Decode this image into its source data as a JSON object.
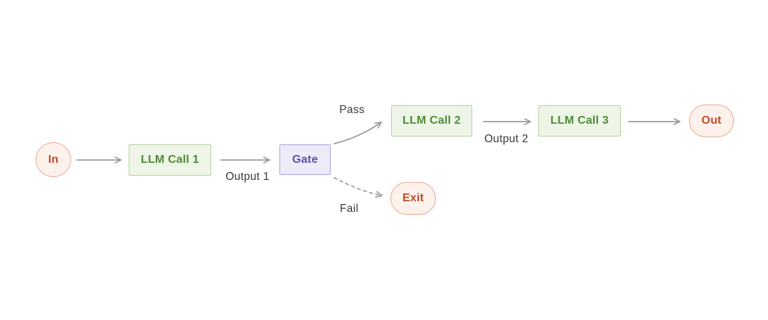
{
  "diagram": {
    "kind": "flowchart",
    "nodes": {
      "in": {
        "label": "In",
        "type": "terminal",
        "shape": "circle"
      },
      "llm1": {
        "label": "LLM Call 1",
        "type": "process",
        "shape": "rect"
      },
      "gate": {
        "label": "Gate",
        "type": "gate",
        "shape": "rect"
      },
      "llm2": {
        "label": "LLM Call 2",
        "type": "process",
        "shape": "rect"
      },
      "llm3": {
        "label": "LLM Call 3",
        "type": "process",
        "shape": "rect"
      },
      "exit": {
        "label": "Exit",
        "type": "terminal",
        "shape": "pill"
      },
      "out": {
        "label": "Out",
        "type": "terminal",
        "shape": "pill"
      }
    },
    "edges": [
      {
        "from": "in",
        "to": "llm1",
        "label": "",
        "style": "solid"
      },
      {
        "from": "llm1",
        "to": "gate",
        "label": "Output 1",
        "style": "solid"
      },
      {
        "from": "gate",
        "to": "llm2",
        "label": "Pass",
        "style": "solid"
      },
      {
        "from": "gate",
        "to": "exit",
        "label": "Fail",
        "style": "dashed"
      },
      {
        "from": "llm2",
        "to": "llm3",
        "label": "Output 2",
        "style": "solid"
      },
      {
        "from": "llm3",
        "to": "out",
        "label": "",
        "style": "solid"
      }
    ],
    "colors": {
      "background": "#ffffff",
      "process_fill": "#eef5e7",
      "process_border": "#b9d0a4",
      "process_text": "#4e8b39",
      "gate_fill": "#edebf8",
      "gate_border": "#a9a0d7",
      "gate_text": "#5d52b0",
      "terminal_fill": "#fdf1eb",
      "terminal_border": "#eaab92",
      "terminal_text": "#c04c2b",
      "arrow": "#97999e",
      "edge_label_text": "#35383d"
    }
  }
}
